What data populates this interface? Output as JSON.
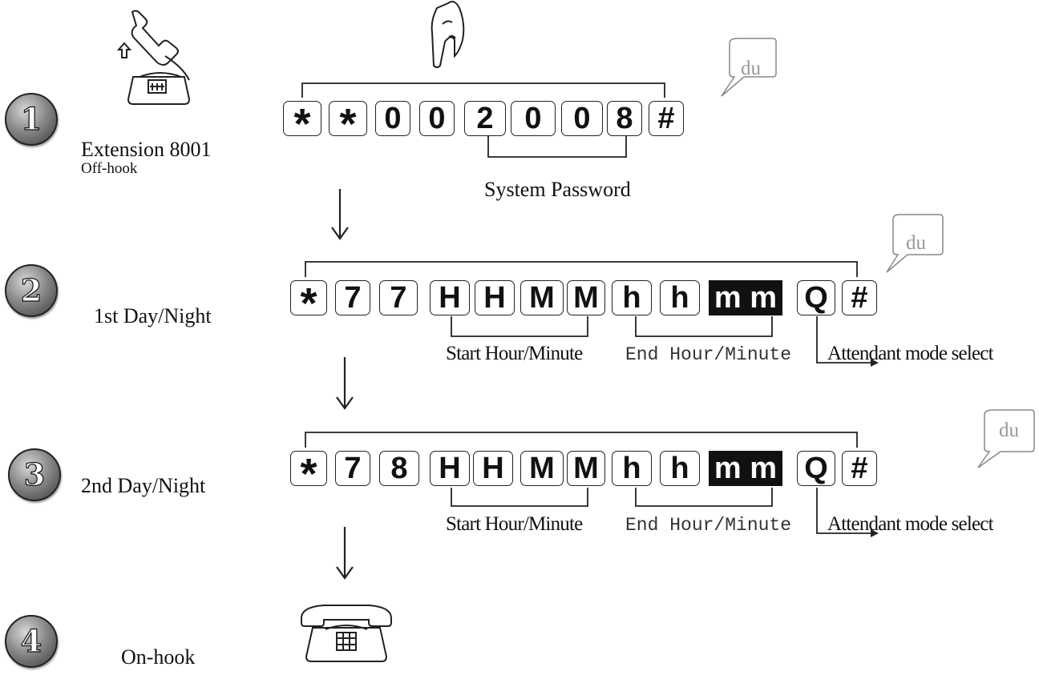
{
  "steps": [
    {
      "number": "1",
      "label": "Extension 8001",
      "sublabel": "Off-hook"
    },
    {
      "number": "2",
      "label": "1st Day/Night"
    },
    {
      "number": "3",
      "label": "2nd Day/Night"
    },
    {
      "number": "4",
      "label": "On-hook"
    }
  ],
  "keys": {
    "row1": [
      "*",
      "*",
      "0",
      "0",
      "2",
      "0",
      "0",
      "8",
      "#"
    ],
    "row2": [
      "*",
      "7",
      "7",
      "H",
      "H",
      "M",
      "M",
      "h",
      "h",
      "m m",
      "Q",
      "#"
    ],
    "row3": [
      "*",
      "7",
      "8",
      "H",
      "H",
      "M",
      "M",
      "h",
      "h",
      "m m",
      "Q",
      "#"
    ]
  },
  "captions": {
    "system_password": "System Password",
    "start": "Start Hour/Minute",
    "end": "End Hour/Minute",
    "attendant": "Attendant mode select"
  },
  "bubble_text": "du",
  "icons": [
    "phone-offhook-icon",
    "finger-press-icon",
    "speech-bubble-icon",
    "down-arrow-icon",
    "phone-onhook-icon"
  ]
}
